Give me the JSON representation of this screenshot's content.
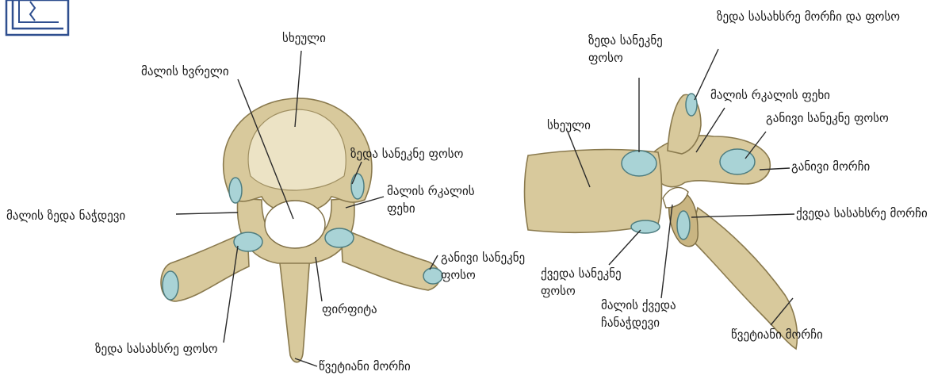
{
  "logo": {
    "icon": "logo-mark-icon",
    "color": "#2f4f8f"
  },
  "colors": {
    "bone": "#d8c99c",
    "facet": "#a9d3d6",
    "leader": "#2a2a2a"
  },
  "left_view": {
    "labels": {
      "body": "სხეული",
      "vertebral_foramen": "მალის ხვრელი",
      "superior_costal_fovea": "ზედა სანეკნე ფოსო",
      "pedicle": "მალის რკალის ფეხი",
      "superior_notch": "მალის ზედა ნაჭდევი",
      "transverse_costal_fovea": "განივი სანეკნე ფოსო",
      "lamina": "ფირფიტა",
      "superior_articular_fovea": "ზედა სასახსრე ფოსო",
      "spinous_process": "წვეტიანი მორჩი"
    }
  },
  "right_view": {
    "labels": {
      "superior_articular_process": "ზედა სასახსრე მორჩი და ფოსო",
      "superior_costal_fovea": "ზედა სანეკნე ფოსო",
      "pedicle": "მალის რკალის ფეხი",
      "body": "სხეული",
      "transverse_costal_fovea": "განივი სანეკნე ფოსო",
      "transverse_process": "განივი მორჩი",
      "inferior_articular_process": "ქვედა სასახსრე მორჩი",
      "inferior_costal_fovea": "ქვედა სანეკნე ფოსო",
      "inferior_notch": "მალის ქვედა ჩანაჭდევი",
      "spinous_process": "წვეტიანი მორჩი"
    }
  }
}
